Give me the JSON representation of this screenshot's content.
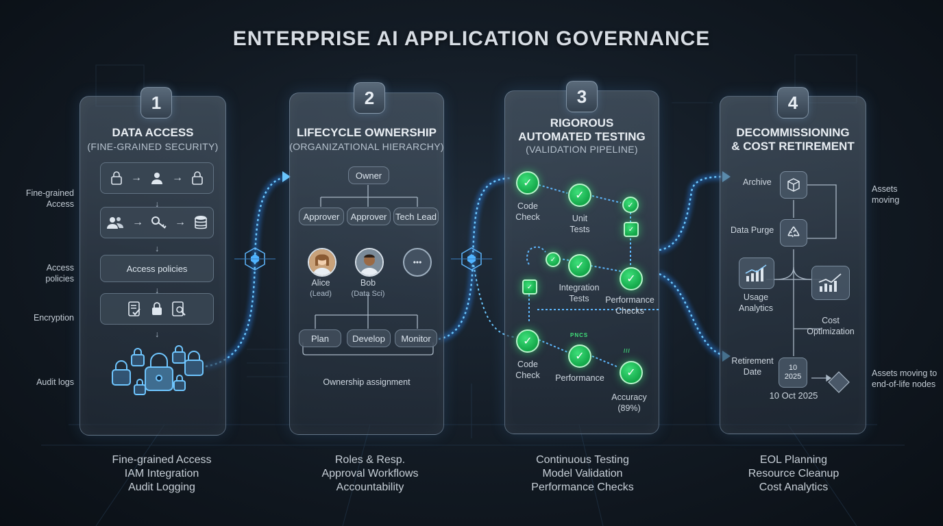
{
  "title": "ENTERPRISE AI APPLICATION GOVERNANCE",
  "panels": [
    {
      "number": "1",
      "title": "DATA ACCESS",
      "subtitle": "(FINE-GRAINED SECURITY)",
      "policy_label": "Access policies",
      "side_labels": [
        "Fine-grained Access",
        "Access policies",
        "Encryption",
        "Audit logs"
      ],
      "footer": [
        "Fine-grained Access",
        "IAM Integration",
        "Audit Logging"
      ]
    },
    {
      "number": "2",
      "title": "LIFECYCLE OWNERSHIP",
      "subtitle": "(ORGANIZATIONAL HIERARCHY)",
      "owner": "Owner",
      "roles": [
        "Approver",
        "Approver",
        "Tech Lead"
      ],
      "people": [
        {
          "name": "Alice",
          "role": "(Lead)"
        },
        {
          "name": "Bob",
          "role": "(Data Sci)"
        }
      ],
      "more": "•••",
      "stages": [
        "Plan",
        "Develop",
        "Monitor"
      ],
      "caption": "Ownership assignment",
      "footer": [
        "Roles & Resp.",
        "Approval Workflows",
        "Accountability"
      ]
    },
    {
      "number": "3",
      "title_line1": "RIGOROUS",
      "title_line2": "AUTOMATED TESTING",
      "subtitle": "(VALIDATION PIPELINE)",
      "steps": [
        "Code Check",
        "Unit Tests",
        "Integration Tests",
        "Performance Checks",
        "Code Check",
        "Performance",
        "Accuracy (89%)"
      ],
      "tags": [
        "PNCS",
        "///"
      ],
      "footer": [
        "Continuous Testing",
        "Model Validation",
        "Performance Checks"
      ]
    },
    {
      "number": "4",
      "title_line1": "DECOMMISSIONING",
      "title_line2": "& COST RETIREMENT",
      "archive": "Archive",
      "data_purge": "Data Purge",
      "usage": "Usage Analytics",
      "cost": "Cost Optimization",
      "retirement": "Retirement Date",
      "calendar_day": "10",
      "calendar_year": "2025",
      "date": "10 Oct 2025",
      "side_labels": [
        "Assets moving",
        "Assets moving to end-of-life nodes"
      ],
      "footer": [
        "EOL Planning",
        "Resource Cleanup",
        "Cost Analytics"
      ]
    }
  ],
  "icons": [
    "lock-icon",
    "user-icon",
    "users-icon",
    "key-icon",
    "database-icon",
    "document-check-icon",
    "document-search-icon",
    "cube-icon",
    "recycle-icon",
    "chart-icon",
    "calendar-icon",
    "diamond-node-icon",
    "hexagon-hub-icon"
  ],
  "colors": {
    "accent": "#4fb3ff",
    "check": "#1fbf5a",
    "panel": "#3a4656"
  }
}
